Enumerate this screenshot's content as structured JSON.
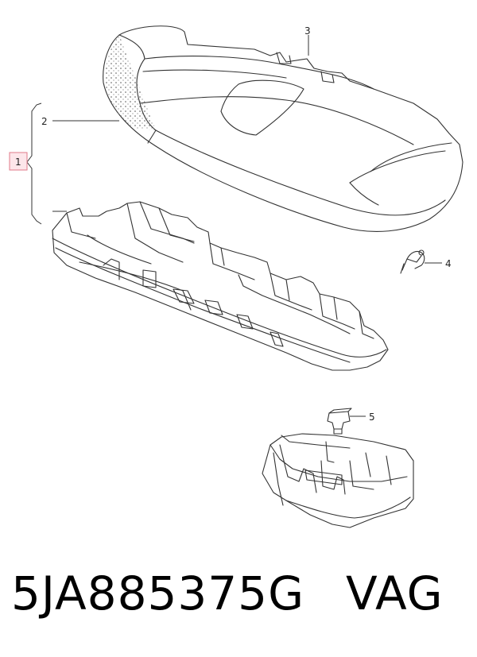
{
  "callouts": {
    "c1": "1",
    "c2": "2",
    "c3": "3",
    "c4": "4",
    "c5": "5"
  },
  "footer": {
    "part_number": "5JA885375G",
    "brand": "VAG"
  },
  "colors": {
    "line": "#333333",
    "callout_highlight_fill": "#fde6ea",
    "callout_highlight_stroke": "#e07a8a"
  }
}
